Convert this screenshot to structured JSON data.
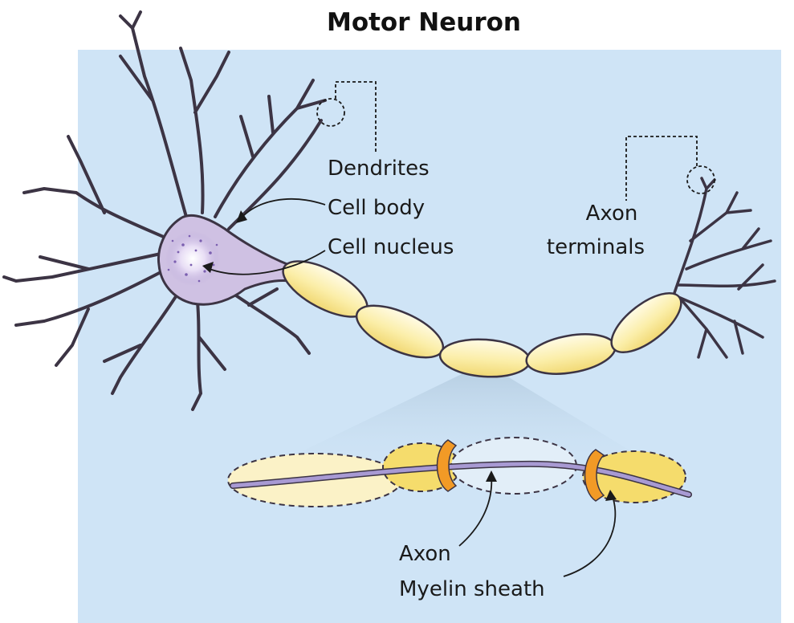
{
  "title": "Motor Neuron",
  "labels": {
    "dendrites": "Dendrites",
    "cell_body": "Cell body",
    "cell_nucleus": "Cell nucleus",
    "axon_terminals_line1": "Axon",
    "axon_terminals_line2": "terminals",
    "axon": "Axon",
    "myelin_sheath": "Myelin sheath"
  },
  "colors": {
    "background_panel": "#cfe4f6",
    "cell_body": "#cfc1e3",
    "neuron_outline": "#3c3444",
    "myelin": "#f8e9a0",
    "axon": "#a89ad3",
    "node": "#f29a26"
  }
}
